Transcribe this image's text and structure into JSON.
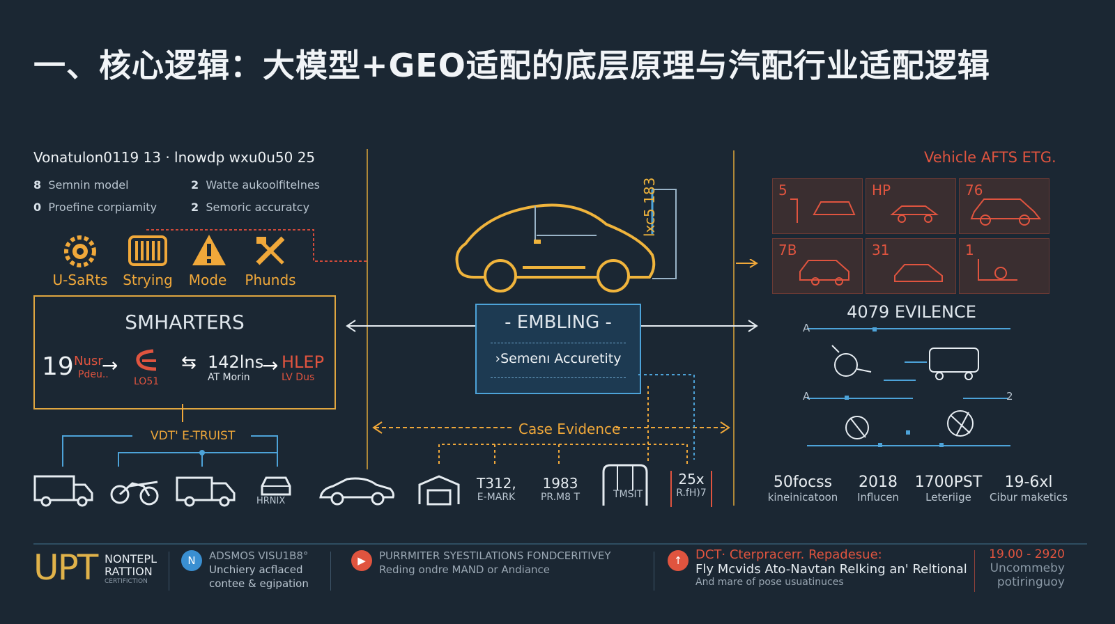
{
  "title": "一、核心逻辑：大模型+GEO适配的底层原理与汽配行业适配逻辑",
  "left": {
    "header": "Vonatulon0119 13 · lnowdp wxu0u50 25",
    "items": [
      {
        "num": "8",
        "text": "Semnin model"
      },
      {
        "num": "2",
        "text": "Watte aukoolfitelnes"
      },
      {
        "num": "0",
        "text": "Proefine corpiamity"
      },
      {
        "num": "2",
        "text": "Semoric accuratcy"
      }
    ],
    "icons": [
      {
        "name": "gear",
        "label": "U-SaRts"
      },
      {
        "name": "grid",
        "label": "Strying"
      },
      {
        "name": "warning",
        "label": "Mode"
      },
      {
        "name": "tools",
        "label": "Phunds"
      }
    ],
    "box_title": "SMHARTERS",
    "flow": [
      {
        "big": "19",
        "small1": "Nusr",
        "small2": "Pdeu.."
      },
      {
        "big": "",
        "small1": "LO51",
        "small2": ""
      },
      {
        "big": "142lns",
        "small1": "AT Morin",
        "small2": ""
      },
      {
        "big": "",
        "small1": "HLEP",
        "small2": "LV Dus"
      }
    ],
    "trust_label": "VDT' E-TRUIST",
    "vehicles": [
      "",
      "",
      "",
      "HRNIX"
    ]
  },
  "center": {
    "car_dim": "lxc5 183",
    "embed_title": "- EMBLING -",
    "embed_sub": "Semenı Accuretity",
    "evidence": "Case Evidence",
    "bottom": [
      {
        "top": "T312,",
        "bot": "E-MARK"
      },
      {
        "top": "1983",
        "bot": "PR.M8 T"
      },
      {
        "top": "",
        "bot": "TMSIT"
      },
      {
        "top": "25x",
        "bot": "R.fH)7"
      }
    ]
  },
  "right": {
    "header": "Vehicle AFTS ETG.",
    "grid": [
      "5",
      "HP",
      "76",
      "7B",
      "31",
      "1"
    ],
    "evidence_title": "4079 EVILENCE",
    "axis_a": "A",
    "axis_b": "A",
    "axis_c": "2",
    "stats": [
      {
        "num": "50focss",
        "lbl": "kineinicatoon"
      },
      {
        "num": "2018",
        "lbl": "Influcen"
      },
      {
        "num": "1700PST",
        "lbl": "Leteriige"
      },
      {
        "num": "19-6xl",
        "lbl": "Cibur maketics"
      }
    ]
  },
  "footer": {
    "logo_big": "UPT",
    "logo_l1": "NONTEPL",
    "logo_l2": "RATTION",
    "logo_l3": "CERTIFICTION",
    "blocks": [
      {
        "icon": "N",
        "color": "#3a8fd1",
        "title": "ADSMOS VISU1B8°",
        "l1": "Unchiery acflaced",
        "l2": "contee & egipation"
      },
      {
        "icon": "▶",
        "color": "#e0543f",
        "title": "PURRMITER SYESTILATIONS FONDCERITIVEY",
        "l1": "Reding ondre MAND or Andiance",
        "l2": ""
      },
      {
        "icon": "↑",
        "color": "#e0543f",
        "title": "DCT· Cterpracerr. Repadesue:",
        "l1": "Fly Mcvids Ato-Navtan Relking an' Reltional",
        "l2": "And mare of pose usuatinuces"
      }
    ],
    "right_l1": "19.00 - 2920",
    "right_l2": "Uncommeby",
    "right_l3": "potiringuoy"
  }
}
